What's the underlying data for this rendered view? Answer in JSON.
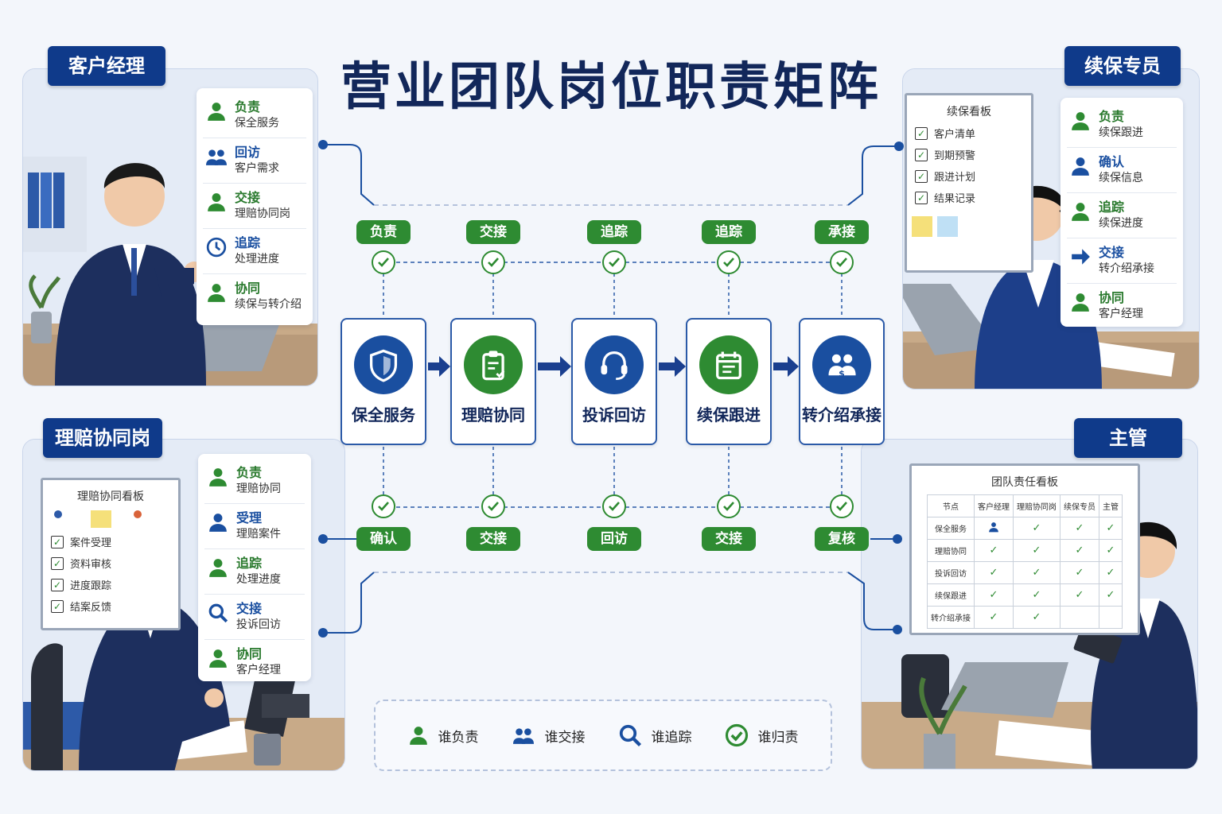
{
  "title": "营业团队岗位职责矩阵",
  "roles": {
    "account_manager": {
      "label": "客户经理",
      "duties": [
        {
          "verb": "负责",
          "text": "保全服务",
          "icon": "person-icon"
        },
        {
          "verb": "回访",
          "text": "客户需求",
          "icon": "group-icon"
        },
        {
          "verb": "交接",
          "text": "理赔协同岗",
          "icon": "person-handoff-icon"
        },
        {
          "verb": "追踪",
          "text": "处理进度",
          "icon": "clock-icon"
        },
        {
          "verb": "协同",
          "text": "续保与转介绍",
          "icon": "person-sync-icon"
        }
      ]
    },
    "renewal_specialist": {
      "label": "续保专员",
      "board_title": "续保看板",
      "board_items": [
        "客户清单",
        "到期预警",
        "跟进计划",
        "结果记录"
      ],
      "duties": [
        {
          "verb": "负责",
          "text": "续保跟进",
          "icon": "person-icon"
        },
        {
          "verb": "确认",
          "text": "续保信息",
          "icon": "person-icon"
        },
        {
          "verb": "追踪",
          "text": "续保进度",
          "icon": "person-clock-icon"
        },
        {
          "verb": "交接",
          "text": "转介绍承接",
          "icon": "arrow-right-icon"
        },
        {
          "verb": "协同",
          "text": "客户经理",
          "icon": "person-sync-icon"
        }
      ]
    },
    "claims_coordinator": {
      "label": "理赔协同岗",
      "board_title": "理赔协同看板",
      "board_items": [
        "案件受理",
        "资料审核",
        "进度跟踪",
        "结案反馈"
      ],
      "duties": [
        {
          "verb": "负责",
          "text": "理赔协同",
          "icon": "person-icon"
        },
        {
          "verb": "受理",
          "text": "理赔案件",
          "icon": "person-icon"
        },
        {
          "verb": "追踪",
          "text": "处理进度",
          "icon": "person-clock-icon"
        },
        {
          "verb": "交接",
          "text": "投诉回访",
          "icon": "search-icon"
        },
        {
          "verb": "协同",
          "text": "客户经理",
          "icon": "person-sync-icon"
        }
      ]
    },
    "supervisor": {
      "label": "主管",
      "board_title": "团队责任看板",
      "matrix_header": [
        "节点",
        "客户经理",
        "理赔协同岗",
        "续保专员",
        "主管"
      ],
      "matrix_rows": [
        {
          "node": "保全服务",
          "cells": [
            "person",
            "✓",
            "✓",
            "✓"
          ]
        },
        {
          "node": "理赔协同",
          "cells": [
            "✓",
            "✓",
            "✓",
            "✓"
          ]
        },
        {
          "node": "投诉回访",
          "cells": [
            "✓",
            "✓",
            "✓",
            "✓"
          ]
        },
        {
          "node": "续保跟进",
          "cells": [
            "✓",
            "✓",
            "✓",
            "✓"
          ]
        },
        {
          "node": "转介绍承接",
          "cells": [
            "✓",
            "✓",
            "",
            ""
          ]
        }
      ]
    }
  },
  "process": [
    {
      "label": "保全服务",
      "top_tag": "负责",
      "bottom_tag": "确认",
      "icon": "shield-icon",
      "color": "#1a4fa0"
    },
    {
      "label": "理赔协同",
      "top_tag": "交接",
      "bottom_tag": "交接",
      "icon": "clipboard-icon",
      "color": "#2e8b32"
    },
    {
      "label": "投诉回访",
      "top_tag": "追踪",
      "bottom_tag": "回访",
      "icon": "headset-icon",
      "color": "#1a4fa0"
    },
    {
      "label": "续保跟进",
      "top_tag": "追踪",
      "bottom_tag": "交接",
      "icon": "calendar-icon",
      "color": "#2e8b32"
    },
    {
      "label": "转介绍承接",
      "top_tag": "承接",
      "bottom_tag": "复核",
      "icon": "referral-icon",
      "color": "#1a4fa0"
    }
  ],
  "legend": [
    {
      "label": "谁负责",
      "icon": "person-icon"
    },
    {
      "label": "谁交接",
      "icon": "group-icon"
    },
    {
      "label": "谁追踪",
      "icon": "search-icon"
    },
    {
      "label": "谁归责",
      "icon": "check-circle-icon"
    }
  ]
}
